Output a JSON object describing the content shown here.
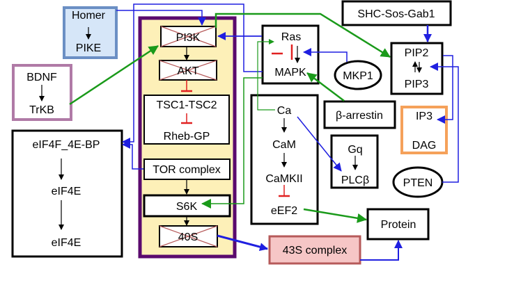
{
  "nodes": {
    "homer": "Homer",
    "pike": "PIKE",
    "bdnf": "BDNF",
    "trkb": "TrKB",
    "pi3k": "PI3K",
    "akt": "AKT",
    "tsc": "TSC1-TSC2",
    "rheb": "Rheb-GP",
    "tor": "TOR complex",
    "s6k": "S6K",
    "s40": "40S",
    "ras": "Ras",
    "mapk": "MAPK",
    "mkp1": "MKP1",
    "shc": "SHC-Sos-Gab1",
    "pip2": "PIP2",
    "pip3": "PIP3",
    "ip3": "IP3",
    "dag": "DAG",
    "barrestin": "β-arrestin",
    "ca": "Ca",
    "cam": "CaM",
    "camkii": "CaMKII",
    "eef2": "eEF2",
    "gq": "Gq",
    "plcb": "PLCβ",
    "pten": "PTEN",
    "eif4f": "eIF4F_4E-BP",
    "eif4e_1": "eIF4E",
    "eif4e_2": "eIF4E",
    "protein": "Protein",
    "c43s": "43S complex"
  },
  "colors": {
    "activation_blue": "#1f1fe0",
    "activation_green": "#1a9a1a",
    "inhibition_red": "#e02020",
    "mtor_panel_fill": "#fdf0b8",
    "mtor_panel_border": "#5a0a6e",
    "homer_fill": "#d6e6f8",
    "homer_border": "#6b8fc4",
    "bdnf_border": "#b07aa6",
    "ipdag_border": "#f5a15a",
    "c43s_fill": "#f6c6c6",
    "c43s_border": "#b65a5a"
  }
}
